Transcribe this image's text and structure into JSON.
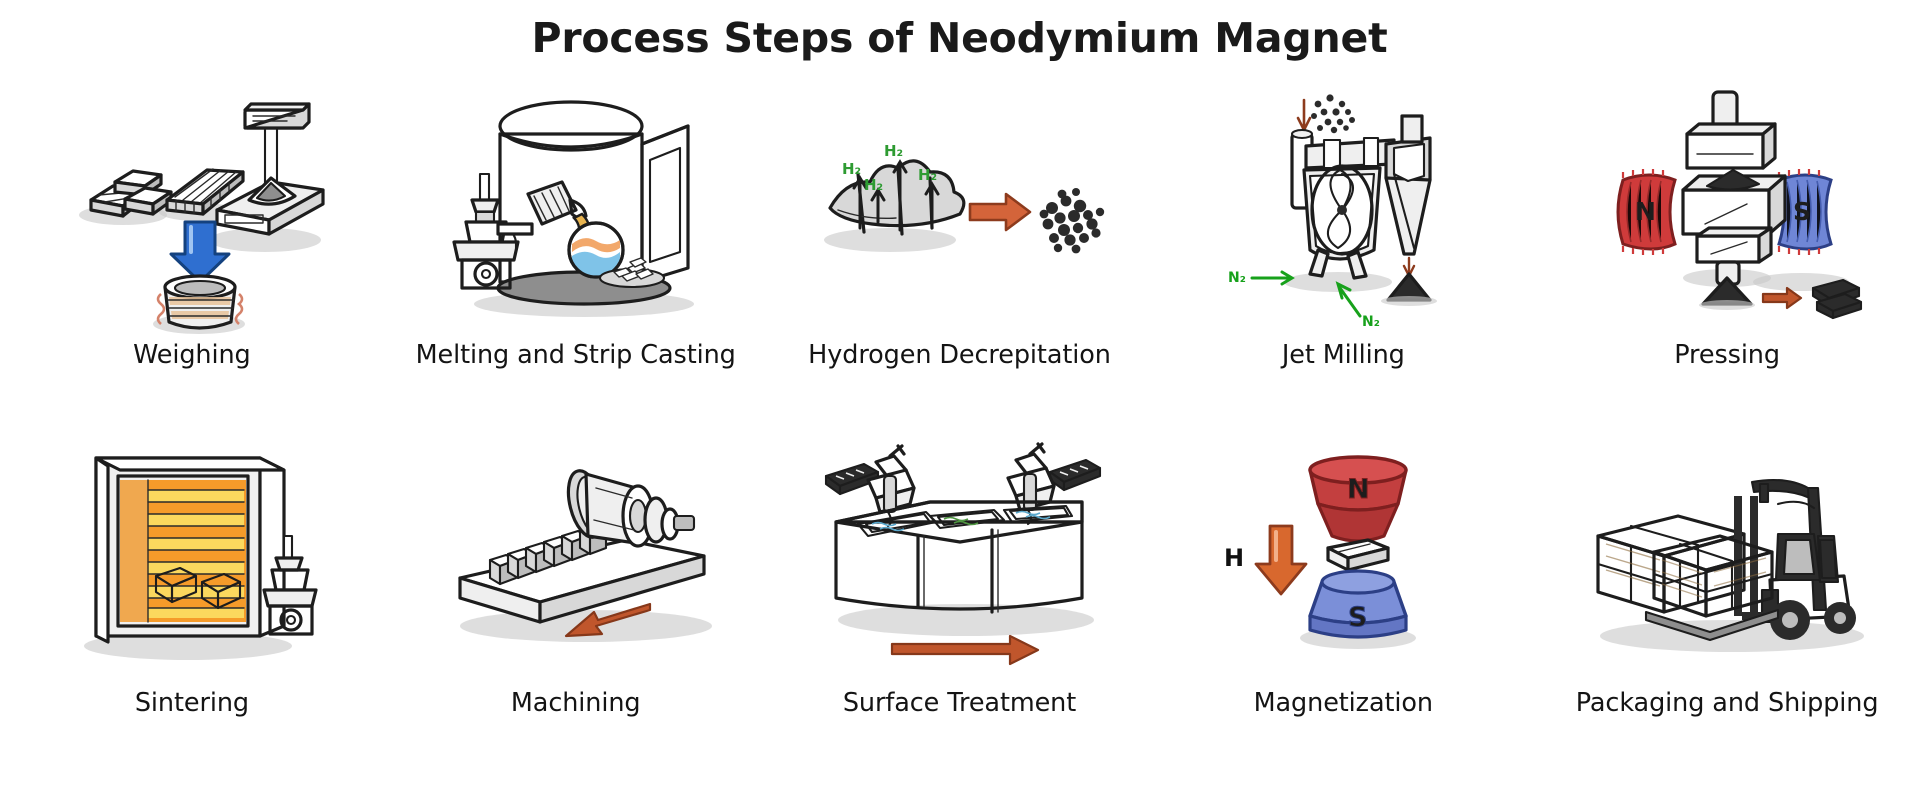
{
  "page": {
    "title": "Process Steps of Neodymium Magnet",
    "background_color": "#ffffff",
    "text_color": "#141414"
  },
  "palette": {
    "h2_label_green": "#2e9b32",
    "n2_label_green": "#17a11b",
    "north_pole_red": "#cf3b3b",
    "south_pole_blue": "#5b7fd4",
    "arrow_blue": "#2f6fd0",
    "arrow_red": "#c0562c",
    "furnace_orange": "#f08a23",
    "furnace_yellow": "#f7d24a",
    "tank_tan": "#e8c86a",
    "carton_tan": "#d2a86a",
    "line_ink": "#1d1d1d"
  },
  "steps": [
    {
      "index": 1,
      "label": "Weighing",
      "icon": "weighing-scale-icon",
      "row": 1,
      "elements": [
        "metal-ingots",
        "metal-rods",
        "digital-scale",
        "blue-down-arrow",
        "induction-crucible"
      ]
    },
    {
      "index": 2,
      "label": "Melting and Strip Casting",
      "icon": "melting-furnace-icon",
      "row": 1,
      "elements": [
        "vacuum-chamber",
        "pouring-crucible",
        "molten-alloy",
        "copper-roller",
        "control-valve",
        "alloy-flakes"
      ]
    },
    {
      "index": 3,
      "label": "Hydrogen Decrepitation",
      "icon": "hydrogen-decrepitation-icon",
      "row": 1,
      "gas_labels": [
        "H₂",
        "H₂",
        "H₂",
        "H₂"
      ],
      "elements": [
        "cracked-alloy-flake",
        "hydrogen-arrows",
        "red-arrow",
        "coarse-powder"
      ]
    },
    {
      "index": 4,
      "label": "Jet Milling",
      "icon": "jet-mill-icon",
      "row": 1,
      "gas_labels": [
        "N₂",
        "N₂"
      ],
      "elements": [
        "feed-hopper",
        "mill-chamber",
        "cyclone-separator",
        "fine-powder-cone"
      ]
    },
    {
      "index": 5,
      "label": "Pressing",
      "icon": "press-magnet-icon",
      "row": 1,
      "pole_labels": [
        "N",
        "S"
      ],
      "elements": [
        "press-ram",
        "die-cavity",
        "powder-charge",
        "north-coil",
        "south-coil",
        "green-compact"
      ]
    },
    {
      "index": 6,
      "label": "Sintering",
      "icon": "sintering-furnace-icon",
      "row": 2,
      "elements": [
        "vacuum-furnace",
        "heating-elements",
        "magnet-blocks",
        "control-unit"
      ]
    },
    {
      "index": 7,
      "label": "Machining",
      "icon": "machining-grinder-icon",
      "row": 2,
      "elements": [
        "grinding-wheel",
        "magnet-blocks-row",
        "work-table",
        "red-feed-arrow"
      ]
    },
    {
      "index": 8,
      "label": "Surface Treatment",
      "icon": "plating-tanks-icon",
      "row": 2,
      "elements": [
        "plating-tank-1",
        "plating-tank-2",
        "plating-tank-3",
        "hoists",
        "magnet-bars",
        "red-process-arrow"
      ]
    },
    {
      "index": 9,
      "label": "Magnetization",
      "icon": "magnetizer-icon",
      "row": 2,
      "pole_labels": [
        "N",
        "S"
      ],
      "field_label": "H",
      "elements": [
        "north-pole-coil",
        "south-pole-coil",
        "magnet-workpiece",
        "red-field-arrow"
      ]
    },
    {
      "index": 10,
      "label": "Packaging and Shipping",
      "icon": "forklift-pallet-icon",
      "row": 2,
      "elements": [
        "forklift",
        "cartons",
        "pallet"
      ]
    }
  ]
}
